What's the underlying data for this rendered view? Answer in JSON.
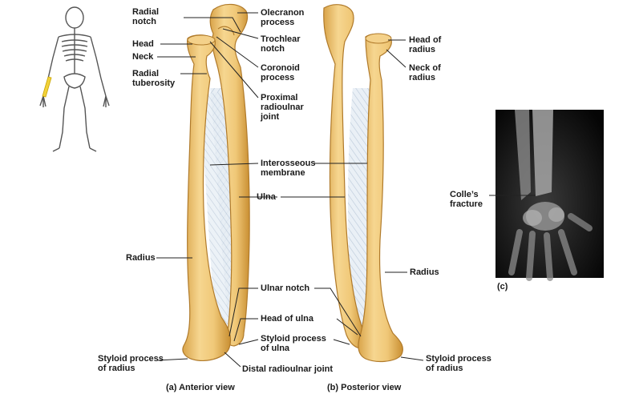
{
  "colors": {
    "bone_fill": "#f0c878",
    "bone_shade": "#d49a3a",
    "bone_outline": "#b07a2a",
    "membrane": "#c9d8e6",
    "leader": "#222222",
    "xray_bg": "#0c0c0c"
  },
  "labels": {
    "radial_notch": [
      "Radial",
      "notch"
    ],
    "head": [
      "Head"
    ],
    "neck": [
      "Neck"
    ],
    "radial_tuberosity": [
      "Radial",
      "tuberosity"
    ],
    "olecranon_process": [
      "Olecranon",
      "process"
    ],
    "trochlear_notch": [
      "Trochlear",
      "notch"
    ],
    "coronoid_process": [
      "Coronoid",
      "process"
    ],
    "proximal_radioulnar_joint": [
      "Proximal",
      "radioulnar",
      "joint"
    ],
    "interosseous_membrane": [
      "Interosseous",
      "membrane"
    ],
    "ulna": [
      "Ulna"
    ],
    "radius_left": [
      "Radius"
    ],
    "ulnar_notch": [
      "Ulnar notch"
    ],
    "head_of_ulna": [
      "Head of ulna"
    ],
    "styloid_process_of_ulna": [
      "Styloid process",
      "of ulna"
    ],
    "styloid_process_of_radius_left": [
      "Styloid process",
      "of radius"
    ],
    "distal_radioulnar_joint": [
      "Distal radioulnar joint"
    ],
    "head_of_radius": [
      "Head of",
      "radius"
    ],
    "neck_of_radius": [
      "Neck of",
      "radius"
    ],
    "radius_right": [
      "Radius"
    ],
    "styloid_process_of_radius_right": [
      "Styloid process",
      "of radius"
    ],
    "colles_fracture": [
      "Colle’s",
      "fracture"
    ]
  },
  "captions": {
    "anterior": "(a) Anterior view",
    "posterior": "(b) Posterior view",
    "xray": "(c)"
  }
}
